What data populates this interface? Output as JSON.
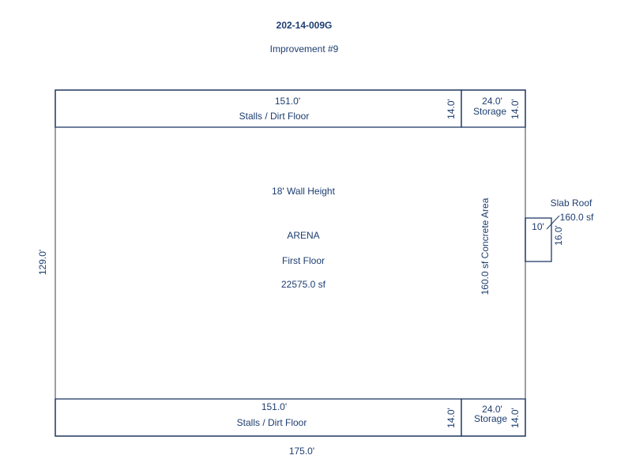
{
  "header": {
    "title": "202-14-009G",
    "subtitle": "Improvement #9"
  },
  "plan": {
    "overall_width": "175.0'",
    "overall_depth": "129.0'",
    "arena": {
      "wall_height": "18' Wall Height",
      "name": "ARENA",
      "floor": "First Floor",
      "area": "22575.0 sf"
    },
    "concrete_area": "160.0 sf Concrete Area",
    "stalls_top": {
      "length": "151.0'",
      "label": "Stalls / Dirt Floor",
      "depth": "14.0'"
    },
    "storage_top": {
      "length": "24.0'",
      "label": "Storage",
      "depth": "14.0'"
    },
    "stalls_bottom": {
      "length": "151.0'",
      "label": "Stalls / Dirt Floor",
      "depth": "14.0'"
    },
    "storage_bottom": {
      "length": "24.0'",
      "label": "Storage",
      "depth": "14.0'"
    },
    "slab_roof": {
      "label": "Slab Roof",
      "area": "160.0 sf",
      "width": "10'",
      "depth": "16.0'"
    }
  }
}
